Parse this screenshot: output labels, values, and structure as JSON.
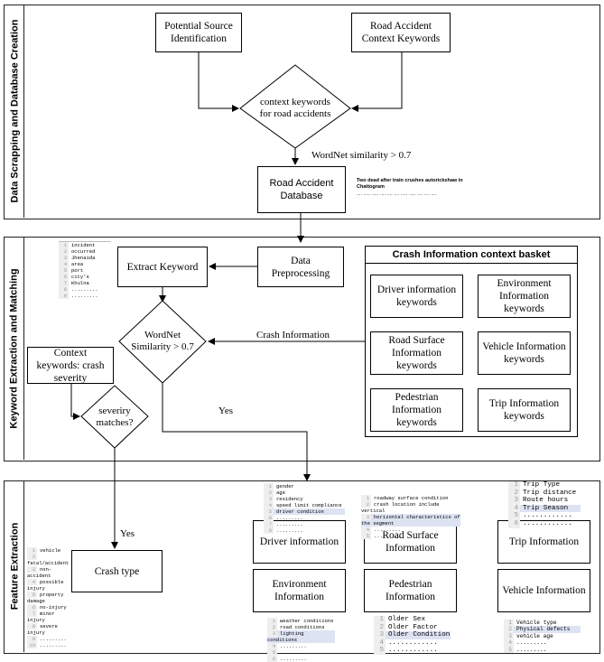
{
  "sections": {
    "top_label": "Data Scrapping and Database Creation",
    "middle_label": "Keyword Extraction and Matching",
    "bottom_label": "Feature Extraction"
  },
  "top": {
    "potential_source": "Potential Source Identification",
    "context_keywords": "Road Accident Context Keywords",
    "diamond": "context keywords for road accidents",
    "wordnet_label": "WordNet similarity > 0.7",
    "database": "Road Accident Database",
    "news_headline": "Two dead after train crushes autorickshaw in Chattogram",
    "news_dots": ".... ..... ..... .... .... .... ..... ..... .... .... ...."
  },
  "middle": {
    "extract_keyword": "Extract Keyword",
    "data_preprocessing": "Data Preprocessing",
    "keyword_list": [
      "incident",
      "occurred",
      "Jhenaida",
      "area",
      "port",
      "city's",
      "Khulna",
      ".........",
      "........."
    ],
    "wordnet_diamond": "WordNet Similarity > 0.7",
    "crash_information": "Crash Information",
    "yes": "Yes",
    "context_severity": "Context keywords: crash severity",
    "severity_diamond": "severiry matches?",
    "basket_title": "Crash Information context basket",
    "basket_items": [
      "Driver information keywords",
      "Environment Information keywords",
      "Road Surface Information keywords",
      "Vehicle Information keywords",
      "Pedestrian Information keywords",
      "Trip Information keywords"
    ]
  },
  "bottom": {
    "yes": "Yes",
    "crash_type": "Crash type",
    "crash_list": [
      "vehicle",
      "fatal/accident",
      "non-accident",
      "possible injury",
      "property damage",
      "no-injury",
      "minor injury",
      "severe injury",
      ".........",
      "........."
    ],
    "driver_info": "Driver information",
    "road_surface": "Road Surface Information",
    "trip_info": "Trip Information",
    "environment_info": "Environment Information",
    "pedestrian_info": "Pedestrian Information",
    "vehicle_info": "Vehicle Information",
    "driver_list": [
      "gender",
      "age",
      "residency",
      "speed limit compliance",
      "driver condition",
      ".........",
      ".........",
      "........."
    ],
    "road_list": [
      "roadway surface condition",
      "crash location include vertical",
      "horizontal characteristics of the segment",
      ".........",
      "........."
    ],
    "trip_list": [
      "Trip Type",
      "Trip distance",
      "Route hours",
      "Trip Season",
      "............",
      "............"
    ],
    "env_list": [
      "weather conditions",
      "road conditions",
      "lighting conditions",
      ".........",
      ".........",
      "........."
    ],
    "ped_list": [
      "Older Sex",
      "Older Factor",
      "Older Condition",
      "............",
      "............"
    ],
    "vehicle_list": [
      "Vehicle type",
      "Physical defects",
      "vehicle age",
      ".........",
      "........."
    ]
  }
}
